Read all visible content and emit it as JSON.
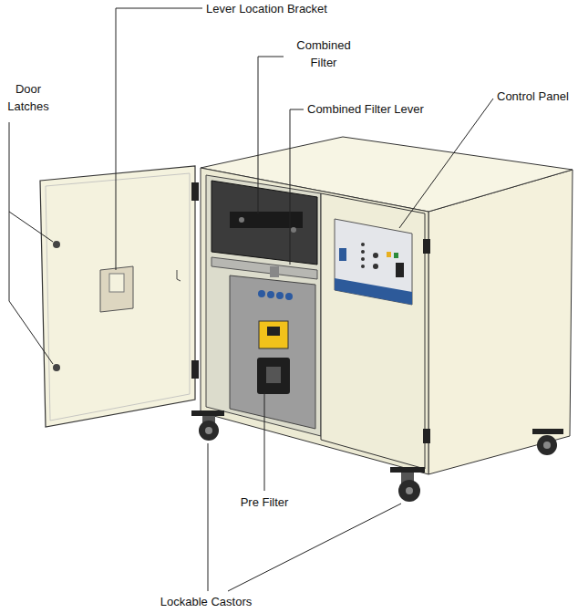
{
  "diagram": {
    "labels": [
      "Lever Location Bracket",
      "Combined Filter",
      "Combined Filter Lever",
      "Control Panel",
      "Door Latches",
      "Pre Filter",
      "Lockable Castors"
    ]
  }
}
